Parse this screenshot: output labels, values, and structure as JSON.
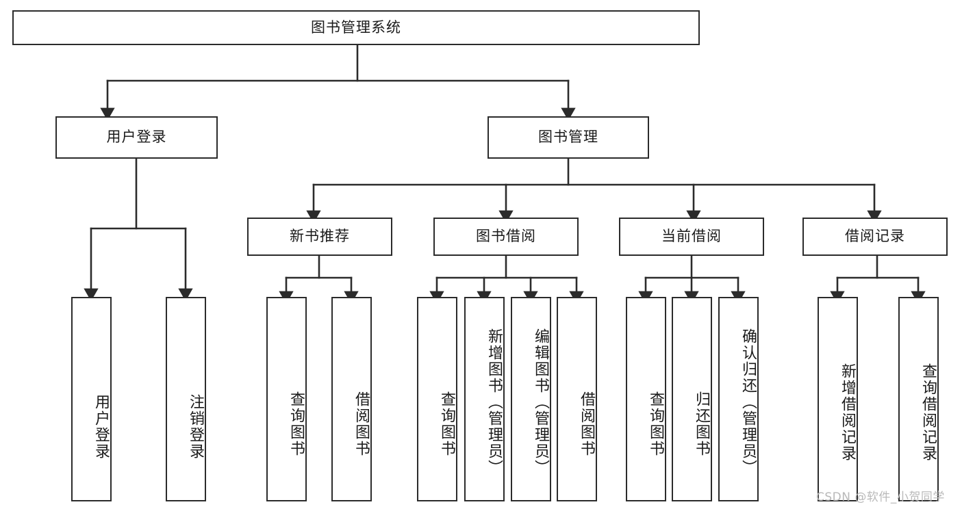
{
  "diagram": {
    "title": "图书管理系统",
    "type": "功能结构图",
    "colors": {
      "background": "#ffffff",
      "border": "#2b2b2b",
      "line": "#2b2b2b",
      "text": "#1a1a1a",
      "watermark": "#b9b9b9"
    }
  },
  "nodes": {
    "root": {
      "label": "图书管理系统"
    },
    "level2": [
      {
        "id": "user-login",
        "label": "用户登录"
      },
      {
        "id": "book-manage",
        "label": "图书管理"
      }
    ],
    "level3": [
      {
        "id": "new-book-recommend",
        "label": "新书推荐"
      },
      {
        "id": "book-borrow",
        "label": "图书借阅"
      },
      {
        "id": "current-borrow",
        "label": "当前借阅"
      },
      {
        "id": "borrow-record",
        "label": "借阅记录"
      }
    ],
    "leaves": {
      "user_login": [
        {
          "id": "leaf-user-login",
          "label": "用户登录"
        },
        {
          "id": "leaf-logout",
          "label": "注销登录"
        }
      ],
      "new_book_recommend": [
        {
          "id": "leaf-query-book-1",
          "label": "查询图书"
        },
        {
          "id": "leaf-borrow-book-1",
          "label": "借阅图书"
        }
      ],
      "book_borrow": [
        {
          "id": "leaf-query-book-2",
          "label": "查询图书"
        },
        {
          "id": "leaf-add-book",
          "label": "新增图书（管理员）"
        },
        {
          "id": "leaf-edit-book",
          "label": "编辑图书（管理员）"
        },
        {
          "id": "leaf-borrow-book-2",
          "label": "借阅图书"
        }
      ],
      "current_borrow": [
        {
          "id": "leaf-query-book-3",
          "label": "查询图书"
        },
        {
          "id": "leaf-return-book",
          "label": "归还图书"
        },
        {
          "id": "leaf-confirm-return",
          "label": "确认归还（管理员）"
        }
      ],
      "borrow_record": [
        {
          "id": "leaf-add-record",
          "label": "新增借阅记录"
        },
        {
          "id": "leaf-query-record",
          "label": "查询借阅记录"
        }
      ]
    }
  },
  "watermark": {
    "text": "CSDN @软件_小贺同学"
  }
}
